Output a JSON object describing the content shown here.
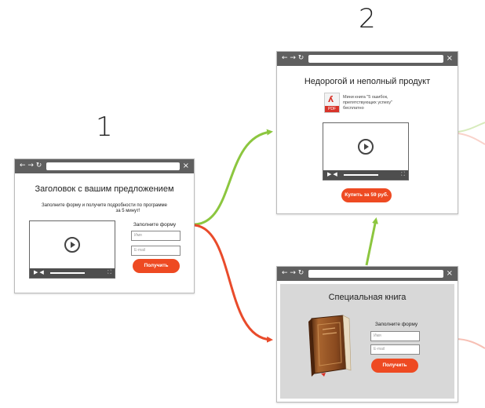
{
  "steps": {
    "one": "1",
    "two": "2"
  },
  "window1": {
    "headline": "Заголовок с вашим предложением",
    "subtext_line1": "Заполните форму и получите подробности по программе",
    "subtext_line2": "за 5 минут!",
    "form_title": "Заполните форму",
    "name_placeholder": "Имя",
    "email_placeholder": "E-mail",
    "button": "Получить"
  },
  "window2": {
    "headline": "Недорогой и неполный продукт",
    "pdf_label": "PDF",
    "book_line1": "Мини книга \"5 ошибок,",
    "book_line2": "препятствующих успеху\"",
    "book_line3": "бесплатно",
    "button": "Купить за 59 руб."
  },
  "window3": {
    "headline": "Специальная книга",
    "form_title": "Заполните форму",
    "name_placeholder": "Имя",
    "email_placeholder": "E-mail",
    "button": "Получить"
  },
  "browser": {
    "nav_symbols": "← → ↻",
    "close_symbol": "×",
    "fullscreen_symbol": "⛶",
    "play_symbol": "▶ ◀"
  },
  "colors": {
    "green_arrow": "#8cc63f",
    "red_arrow": "#e94b2b",
    "button": "#ee4a22",
    "browser_bar": "#5f5f5f",
    "window3_bg": "#d8d8d8"
  }
}
